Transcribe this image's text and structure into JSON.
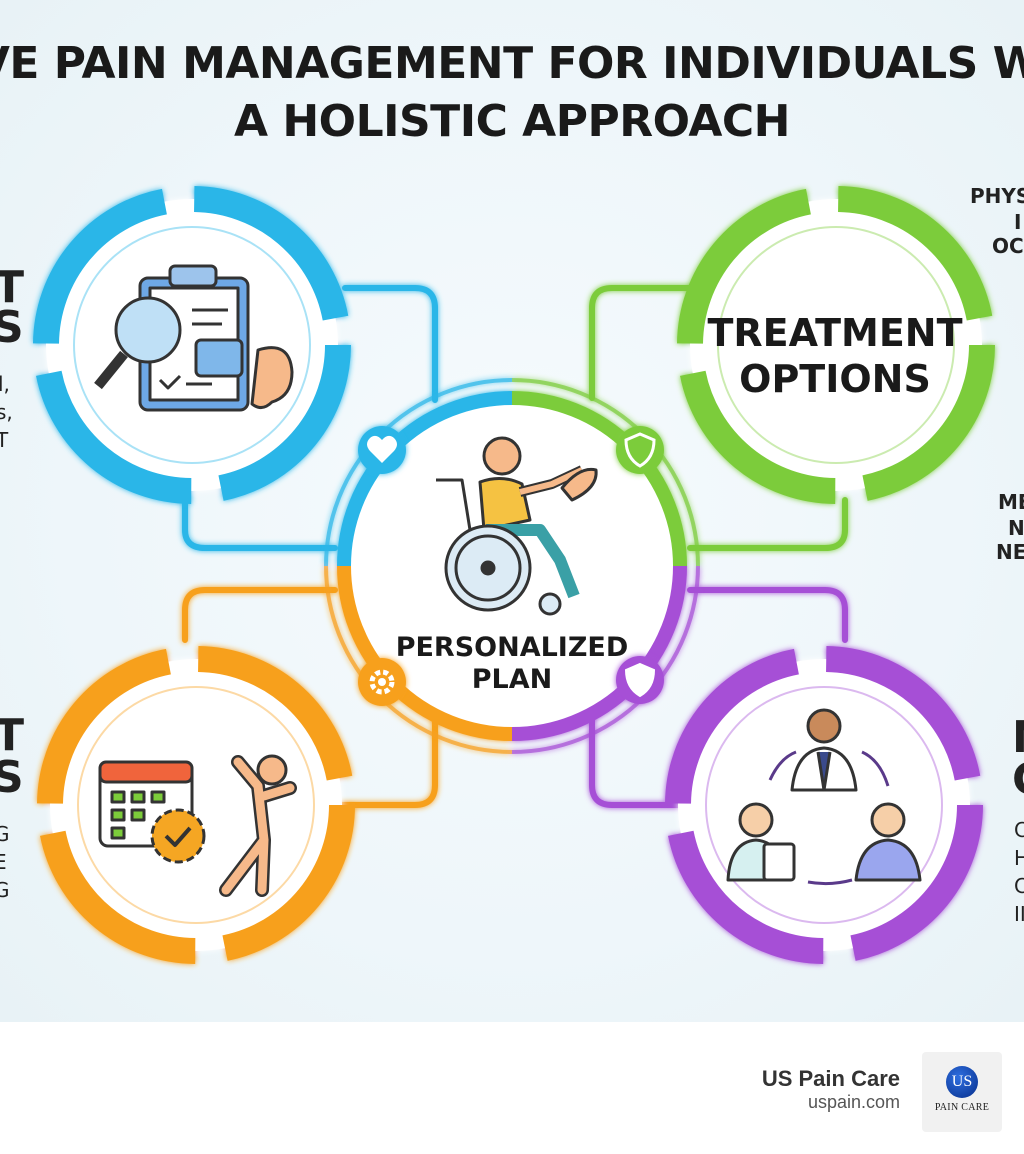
{
  "title": {
    "line1": "IVE PAIN MANAGEMENT FOR INDIVIDUALS WITH",
    "line2": "A HOLISTIC APPROACH"
  },
  "center": {
    "label_line1": "PERSONALIZED",
    "label_line2": "PLAN"
  },
  "nodes": {
    "top_left": {
      "color": "#29b6e8",
      "icon": "clipboard-magnifier-ear-icon"
    },
    "top_right": {
      "color": "#7ccc3a",
      "label_line1": "TREATMENT",
      "label_line2": "OPTIONS"
    },
    "bottom_left": {
      "color": "#f7a01e",
      "icon": "calendar-gear-stretching-person-icon"
    },
    "bottom_right": {
      "color": "#a64fd6",
      "icon": "care-team-collaboration-icon"
    }
  },
  "badges": {
    "heart": "heart-icon",
    "shield_top": "shield-icon",
    "gear": "gear-icon",
    "shield_bottom": "shield-icon"
  },
  "cropped_text": {
    "left_top_big1": "T",
    "left_top_big2": "S",
    "left_top_small1": "l,",
    "left_top_small2": "s,",
    "left_top_small3": "T",
    "right_top1": "PHYS",
    "right_top2": "I",
    "right_top3": "OC(",
    "right_mid1": "ME",
    "right_mid2": "N",
    "right_mid3": "NE",
    "left_bottom_big1": "T",
    "left_bottom_big2": "S",
    "left_bottom_small1": "G",
    "left_bottom_small2": "E",
    "left_bottom_small3": "G",
    "right_bottom_big1": "N",
    "right_bottom_big2": "C",
    "right_bottom_small1": "C",
    "right_bottom_small2": "H",
    "right_bottom_small3": "C",
    "right_bottom_small4": "II"
  },
  "footer": {
    "brand_name": "US Pain Care",
    "brand_url": "uspain.com",
    "logo_mark": "US",
    "logo_text": "PAIN CARE"
  }
}
